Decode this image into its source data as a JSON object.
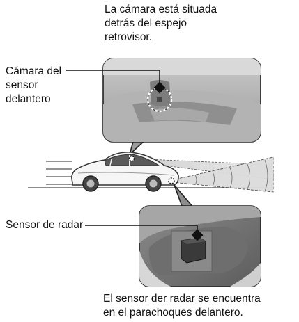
{
  "captions": {
    "camera_location": [
      "La cámara está situada",
      "detrás del espejo",
      "retrovisor."
    ],
    "radar_location": [
      "El sensor der radar se encuentra",
      "en el parachoques delantero."
    ]
  },
  "labels": {
    "camera": [
      "Cámara del",
      "sensor",
      "delantero"
    ],
    "radar": "Sensor de radar"
  }
}
